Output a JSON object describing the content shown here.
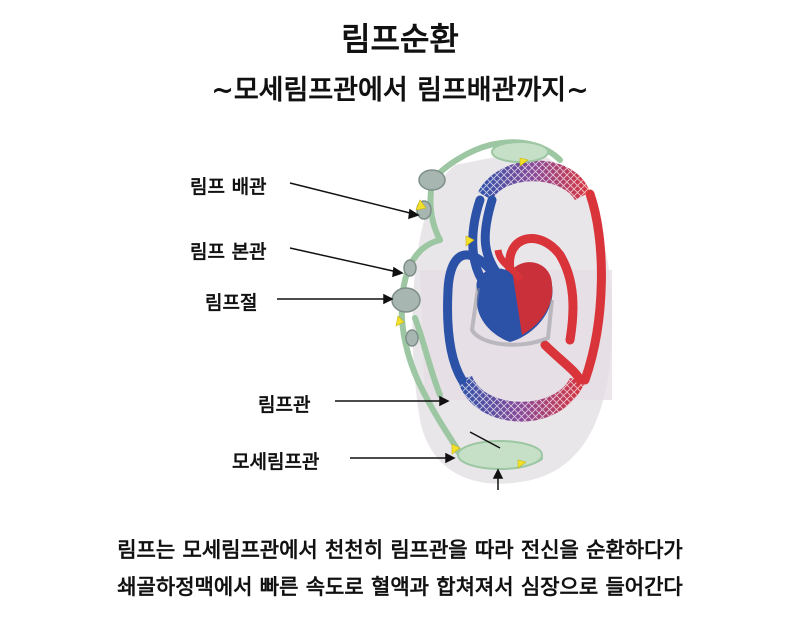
{
  "title": "림프순환",
  "subtitle": "~모세림프관에서 림프배관까지~",
  "labels": {
    "lymph_duct": "림프 배관",
    "lymph_trunk": "림프 본관",
    "lymph_node": "림프절",
    "lymph_vessel": "림프관",
    "lymph_capillary": "모세림프관"
  },
  "caption": {
    "line1": "림프는 모세림프관에서 천천히 림프관을 따라 전신을 순환하다가",
    "line2": "쇄골하정맥에서 빠른 속도로 혈액과 합쳐져서 심장으로 들어간다"
  },
  "colors": {
    "artery": "#d9343a",
    "vein": "#2c52a8",
    "lymph": "#9cc7a2",
    "node": "#a7b6b0",
    "flow_arrow": "#f2e12b"
  }
}
